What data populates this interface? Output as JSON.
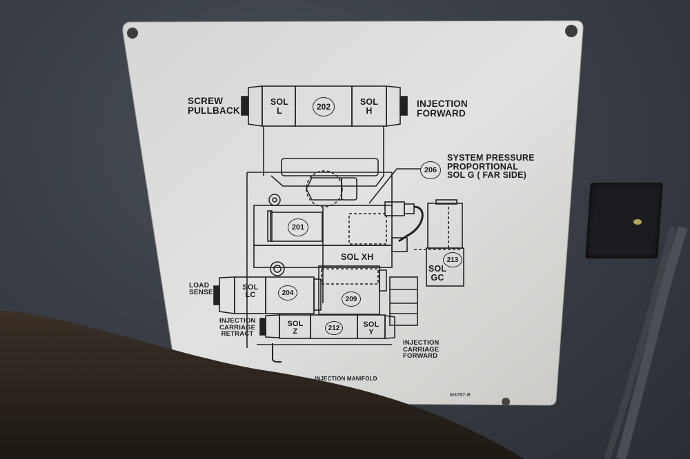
{
  "scene": {
    "description": "Photograph of a metal instruction plate on a machine showing an injection manifold diagram",
    "colors": {
      "plate": "#dcdcdc",
      "background_cabinet": "#3a3f47",
      "foreground_shadow": "#2a231d",
      "line": "#1c1c1c"
    }
  },
  "plate": {
    "title": "INJECTION MANIFOLD",
    "part_number": "M3787-B",
    "labels": {
      "screw_pullback": "SCREW\nPULLBACK",
      "injection_forward": "INJECTION\nFORWARD",
      "system_pressure": "SYSTEM PRESSURE\nPROPORTIONAL\nSOL G ( FAR SIDE)",
      "load_sense": "LOAD\nSENSE",
      "injection_carriage_retract": "INJECTION\nCARRIAGE\nRETRACT",
      "injection_carriage_forward": "INJECTION\nCARRIAGE\nFORWARD",
      "sol_xh": "SOL XH"
    },
    "solenoids": {
      "sol_l": "SOL\nL",
      "sol_h": "SOL\nH",
      "sol_lc": "SOL\nLC",
      "sol_z": "SOL\nZ",
      "sol_y": "SOL\nY",
      "sol_gc": "SOL\nGC"
    },
    "callouts": {
      "c202": "202",
      "c206": "206",
      "c201": "201",
      "c213": "213",
      "c204": "204",
      "c209": "209",
      "c212": "212"
    }
  }
}
